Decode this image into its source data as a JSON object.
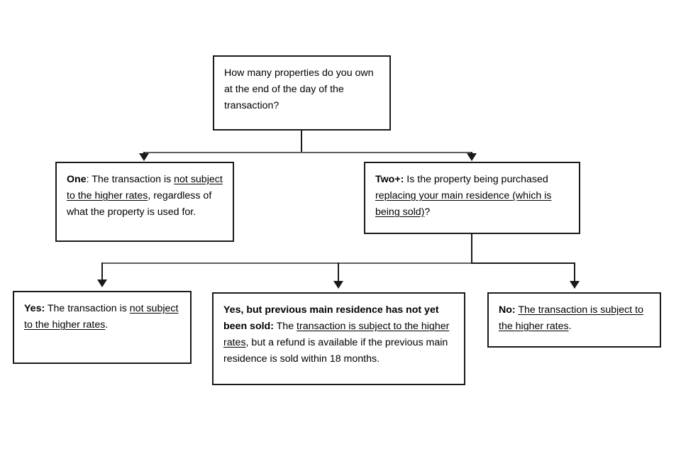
{
  "diagram": {
    "title": "Higher rates of Stamp Duty decision flowchart",
    "colors": {
      "box_border": "#1a1a1a",
      "connector_dark": "#1a1a1a",
      "connector_light": "#5e5e5e",
      "background": "#ffffff",
      "text": "#000000"
    },
    "nodes": {
      "question": {
        "id": "how-many-properties",
        "text": "How many properties do you own at the end of the day of the transaction?"
      },
      "one": {
        "id": "one-property",
        "label": "One",
        "label_suffix": ":",
        "text_before": " The transaction is ",
        "underlined": "not subject to the higher rates",
        "text_after": ", regardless of what the property is used for."
      },
      "twoplus": {
        "id": "two-plus-properties",
        "label": "Two+:",
        "text_before": " Is the property being purchased ",
        "underlined": "replacing your main residence (which is being sold)",
        "text_after": "?"
      },
      "yes": {
        "id": "answer-yes",
        "label": "Yes:",
        "text_before": " The transaction is ",
        "underlined": "not subject to the higher rates",
        "text_after": "."
      },
      "yes_but": {
        "id": "answer-yes-but-not-sold",
        "label": "Yes, but previous main residence has not yet been sold:",
        "text_before": " The ",
        "underlined": "transaction is subject to the higher rates",
        "text_after": ", but a refund is available if the previous main residence is sold within 18 months."
      },
      "no": {
        "id": "answer-no",
        "label": "No:",
        "text_before": " ",
        "underlined": "The transaction is subject to the higher rates",
        "text_after": "."
      }
    }
  }
}
